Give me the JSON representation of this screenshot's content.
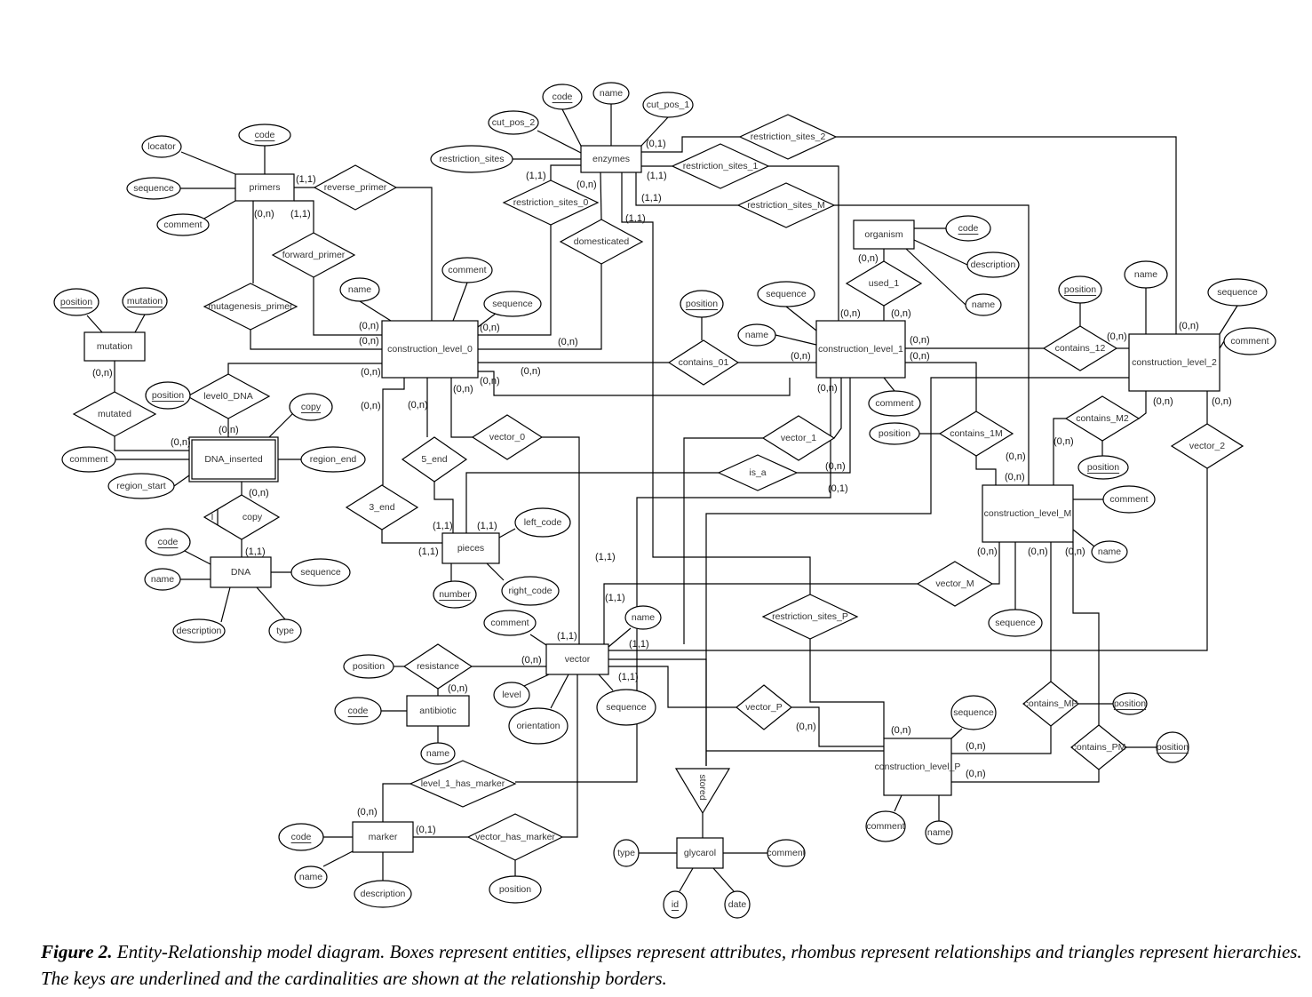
{
  "caption": {
    "figure_label": "Figure 2.",
    "text": " Entity-Relationship model diagram. Boxes represent entities, ellipses represent attributes, rhombus represent relationships and triangles represent hierarchies. The keys are underlined and the cardinalities are shown at the relationship borders."
  },
  "entities": [
    {
      "id": "primers",
      "label": "primers"
    },
    {
      "id": "enzymes",
      "label": "enzymes"
    },
    {
      "id": "organism",
      "label": "organism"
    },
    {
      "id": "mutation",
      "label": "mutation"
    },
    {
      "id": "construction_level_0",
      "label": "construction_level_0"
    },
    {
      "id": "construction_level_1",
      "label": "construction_level_1"
    },
    {
      "id": "construction_level_2",
      "label": "construction_level_2"
    },
    {
      "id": "construction_level_M",
      "label": "construction_level_M"
    },
    {
      "id": "construction_level_P",
      "label": "construction_level_P"
    },
    {
      "id": "DNA_inserted",
      "label": "DNA_inserted",
      "weak": true
    },
    {
      "id": "DNA",
      "label": "DNA"
    },
    {
      "id": "pieces",
      "label": "pieces"
    },
    {
      "id": "vector",
      "label": "vector"
    },
    {
      "id": "antibiotic",
      "label": "antibiotic"
    },
    {
      "id": "marker",
      "label": "marker"
    },
    {
      "id": "glycerol",
      "label": "glycarol"
    }
  ],
  "relationships": [
    {
      "id": "reverse_primer",
      "label": "reverse_primer"
    },
    {
      "id": "forward_primer",
      "label": "forward_primer"
    },
    {
      "id": "mutagenesis_primer",
      "label": "mutagenesis_primer"
    },
    {
      "id": "restriction_sites_0",
      "label": "restriction_sites_0"
    },
    {
      "id": "domesticated",
      "label": "domesticated"
    },
    {
      "id": "restriction_sites_1",
      "label": "restriction_sites_1"
    },
    {
      "id": "restriction_sites_2",
      "label": "restriction_sites_2"
    },
    {
      "id": "restriction_sites_M",
      "label": "restriction_sites_M"
    },
    {
      "id": "restriction_sites_P",
      "label": "restriction_sites_P"
    },
    {
      "id": "used_1",
      "label": "used_1"
    },
    {
      "id": "contains_01",
      "label": "contains_01"
    },
    {
      "id": "contains_12",
      "label": "contains_12"
    },
    {
      "id": "contains_1M",
      "label": "contains_1M"
    },
    {
      "id": "contains_M2",
      "label": "contains_M2"
    },
    {
      "id": "contains_MP",
      "label": "contains_MP"
    },
    {
      "id": "contains_PM",
      "label": "contains_PM"
    },
    {
      "id": "level0_DNA",
      "label": "level0_DNA"
    },
    {
      "id": "mutated",
      "label": "mutated"
    },
    {
      "id": "copy",
      "label": "copy"
    },
    {
      "id": "5_end",
      "label": "5_end"
    },
    {
      "id": "3_end",
      "label": "3_end"
    },
    {
      "id": "vector_0",
      "label": "vector_0"
    },
    {
      "id": "vector_1",
      "label": "vector_1"
    },
    {
      "id": "vector_2",
      "label": "vector_2"
    },
    {
      "id": "vector_M",
      "label": "vector_M"
    },
    {
      "id": "vector_P",
      "label": "vector_P"
    },
    {
      "id": "is_a",
      "label": "is_a"
    },
    {
      "id": "resistance",
      "label": "resistance"
    },
    {
      "id": "level_1_has_marker",
      "label": "level_1_has_marker"
    },
    {
      "id": "vector_has_marker",
      "label": "vector_has_marker"
    }
  ],
  "hierarchies": [
    {
      "id": "stored",
      "label": "stored"
    }
  ],
  "attributes": [
    {
      "owner": "primers",
      "label": "code",
      "key": true
    },
    {
      "owner": "primers",
      "label": "locator",
      "key": false
    },
    {
      "owner": "primers",
      "label": "sequence",
      "key": false
    },
    {
      "owner": "primers",
      "label": "comment",
      "key": false
    },
    {
      "owner": "enzymes",
      "label": "code",
      "key": true
    },
    {
      "owner": "enzymes",
      "label": "name",
      "key": false
    },
    {
      "owner": "enzymes",
      "label": "cut_pos_1",
      "key": false
    },
    {
      "owner": "enzymes",
      "label": "cut_pos_2",
      "key": false
    },
    {
      "owner": "enzymes",
      "label": "restriction_sites",
      "key": false
    },
    {
      "owner": "organism",
      "label": "code",
      "key": true
    },
    {
      "owner": "organism",
      "label": "description",
      "key": false
    },
    {
      "owner": "organism",
      "label": "name",
      "key": false
    },
    {
      "owner": "mutation",
      "label": "position",
      "key": true
    },
    {
      "owner": "mutation",
      "label": "mutation",
      "key": true
    },
    {
      "owner": "construction_level_0",
      "label": "name",
      "key": false
    },
    {
      "owner": "construction_level_0",
      "label": "comment",
      "key": false
    },
    {
      "owner": "construction_level_0",
      "label": "sequence",
      "key": false
    },
    {
      "owner": "contains_01",
      "label": "position",
      "key": true
    },
    {
      "owner": "construction_level_1",
      "label": "sequence",
      "key": false
    },
    {
      "owner": "construction_level_1",
      "label": "name",
      "key": false
    },
    {
      "owner": "construction_level_1",
      "label": "comment",
      "key": false
    },
    {
      "owner": "contains_12",
      "label": "position",
      "key": true
    },
    {
      "owner": "construction_level_2",
      "label": "name",
      "key": false
    },
    {
      "owner": "construction_level_2",
      "label": "sequence",
      "key": false
    },
    {
      "owner": "construction_level_2",
      "label": "comment",
      "key": false
    },
    {
      "owner": "contains_1M",
      "label": "position",
      "key": false
    },
    {
      "owner": "contains_M2",
      "label": "position",
      "key": true
    },
    {
      "owner": "construction_level_M",
      "label": "comment",
      "key": false
    },
    {
      "owner": "construction_level_M",
      "label": "name",
      "key": false
    },
    {
      "owner": "construction_level_M",
      "label": "sequence",
      "key": false
    },
    {
      "owner": "level0_DNA",
      "label": "position",
      "key": true
    },
    {
      "owner": "DNA_inserted",
      "label": "copy",
      "key": true
    },
    {
      "owner": "DNA_inserted",
      "label": "comment",
      "key": false
    },
    {
      "owner": "DNA_inserted",
      "label": "region_end",
      "key": false
    },
    {
      "owner": "DNA_inserted",
      "label": "region_start",
      "key": false
    },
    {
      "owner": "DNA",
      "label": "code",
      "key": true
    },
    {
      "owner": "DNA",
      "label": "name",
      "key": false
    },
    {
      "owner": "DNA",
      "label": "sequence",
      "key": false
    },
    {
      "owner": "DNA",
      "label": "description",
      "key": false
    },
    {
      "owner": "DNA",
      "label": "type",
      "key": false
    },
    {
      "owner": "pieces",
      "label": "left_code",
      "key": false
    },
    {
      "owner": "pieces",
      "label": "right_code",
      "key": false
    },
    {
      "owner": "pieces",
      "label": "number",
      "key": true
    },
    {
      "owner": "vector",
      "label": "comment",
      "key": false
    },
    {
      "owner": "vector",
      "label": "name",
      "key": false
    },
    {
      "owner": "vector",
      "label": "level",
      "key": false
    },
    {
      "owner": "vector",
      "label": "orientation",
      "key": false
    },
    {
      "owner": "vector",
      "label": "sequence",
      "key": false
    },
    {
      "owner": "resistance",
      "label": "position",
      "key": false
    },
    {
      "owner": "antibiotic",
      "label": "code",
      "key": true
    },
    {
      "owner": "antibiotic",
      "label": "name",
      "key": false
    },
    {
      "owner": "construction_level_P",
      "label": "sequence",
      "key": false
    },
    {
      "owner": "construction_level_P",
      "label": "comment",
      "key": false
    },
    {
      "owner": "construction_level_P",
      "label": "name",
      "key": false
    },
    {
      "owner": "contains_MP",
      "label": "position",
      "key": true
    },
    {
      "owner": "contains_PM",
      "label": "position",
      "key": true
    },
    {
      "owner": "marker",
      "label": "code",
      "key": true
    },
    {
      "owner": "marker",
      "label": "name",
      "key": false
    },
    {
      "owner": "marker",
      "label": "description",
      "key": false
    },
    {
      "owner": "vector_has_marker",
      "label": "position",
      "key": false
    },
    {
      "owner": "glycerol",
      "label": "type",
      "key": false
    },
    {
      "owner": "glycerol",
      "label": "comment",
      "key": false
    },
    {
      "owner": "glycerol",
      "label": "id",
      "key": true
    },
    {
      "owner": "glycerol",
      "label": "date",
      "key": false
    }
  ],
  "cardinalities": [
    {
      "between": [
        "primers",
        "reverse_primer"
      ],
      "value": "(1,1)"
    },
    {
      "between": [
        "primers",
        "forward_primer"
      ],
      "value": "(1,1)"
    },
    {
      "between": [
        "primers",
        "mutagenesis_primer"
      ],
      "value": "(0,n)"
    },
    {
      "between": [
        "enzymes",
        "restriction_sites_2"
      ],
      "value": "(0,1)"
    },
    {
      "between": [
        "enzymes",
        "restriction_sites_1"
      ],
      "value": "(1,1)"
    },
    {
      "between": [
        "enzymes",
        "restriction_sites_0"
      ],
      "value": "(1,1)"
    },
    {
      "between": [
        "enzymes",
        "domesticated"
      ],
      "value": "(0,n)"
    },
    {
      "between": [
        "enzymes",
        "restriction_sites_M"
      ],
      "value": "(1,1)"
    },
    {
      "between": [
        "enzymes",
        "restriction_sites_P"
      ],
      "value": "(1,1)"
    },
    {
      "between": [
        "construction_level_0",
        "forward_primer"
      ],
      "value": "(0,n)"
    },
    {
      "between": [
        "construction_level_0",
        "mutagenesis_primer"
      ],
      "value": "(0,n)"
    },
    {
      "between": [
        "construction_level_0",
        "restriction_sites_0"
      ],
      "value": "(0,n)"
    },
    {
      "between": [
        "construction_level_0",
        "domesticated"
      ],
      "value": "(0,n)"
    },
    {
      "between": [
        "construction_level_0",
        "level0_DNA"
      ],
      "value": "(0,n)"
    },
    {
      "between": [
        "construction_level_0",
        "contains_01"
      ],
      "value": "(0,n)"
    },
    {
      "between": [
        "construction_level_0",
        "3_end"
      ],
      "value": "(0,n)"
    },
    {
      "between": [
        "construction_level_0",
        "5_end"
      ],
      "value": "(0,n)"
    },
    {
      "between": [
        "construction_level_0",
        "vector_0"
      ],
      "value": "(0,n)"
    },
    {
      "between": [
        "construction_level_0",
        "is_a"
      ],
      "value": "(0,n)"
    },
    {
      "between": [
        "construction_level_1",
        "restriction_sites_1"
      ],
      "value": "(0,n)"
    },
    {
      "between": [
        "construction_level_1",
        "used_1"
      ],
      "value": "(0,n)"
    },
    {
      "between": [
        "organism",
        "used_1"
      ],
      "value": "(0,n)"
    },
    {
      "between": [
        "construction_level_1",
        "contains_12"
      ],
      "value": "(0,n)"
    },
    {
      "between": [
        "construction_level_1",
        "contains_1M"
      ],
      "value": "(0,n)"
    },
    {
      "between": [
        "construction_level_1",
        "contains_01"
      ],
      "value": "(0,n)"
    },
    {
      "between": [
        "construction_level_1",
        "vector_1"
      ],
      "value": "(0,n)"
    },
    {
      "between": [
        "construction_level_1",
        "is_a"
      ],
      "value": "(0,n)"
    },
    {
      "between": [
        "construction_level_1",
        "level_1_has_marker"
      ],
      "value": "(0,1)"
    },
    {
      "between": [
        "construction_level_2",
        "contains_12"
      ],
      "value": "(0,n)"
    },
    {
      "between": [
        "construction_level_2",
        "restriction_sites_2"
      ],
      "value": "(0,n)"
    },
    {
      "between": [
        "construction_level_2",
        "contains_M2"
      ],
      "value": "(0,n)"
    },
    {
      "between": [
        "construction_level_2",
        "vector_2"
      ],
      "value": "(0,n)"
    },
    {
      "between": [
        "construction_level_M",
        "contains_1M"
      ],
      "value": "(0,n)"
    },
    {
      "between": [
        "construction_level_M",
        "restriction_sites_M"
      ],
      "value": "(0,n)"
    },
    {
      "between": [
        "construction_level_M",
        "contains_M2"
      ],
      "value": "(0,n)"
    },
    {
      "between": [
        "construction_level_M",
        "vector_M"
      ],
      "value": "(0,n)"
    },
    {
      "between": [
        "construction_level_M",
        "contains_MP"
      ],
      "value": "(0,n)"
    },
    {
      "between": [
        "construction_level_M",
        "contains_PM"
      ],
      "value": "(0,n)"
    },
    {
      "between": [
        "mutation",
        "mutated"
      ],
      "value": "(0,n)"
    },
    {
      "between": [
        "DNA_inserted",
        "mutated"
      ],
      "value": "(0,n)"
    },
    {
      "between": [
        "DNA_inserted",
        "level0_DNA"
      ],
      "value": "(0,n)"
    },
    {
      "between": [
        "DNA_inserted",
        "copy"
      ],
      "value": "(0,n)"
    },
    {
      "between": [
        "DNA",
        "copy"
      ],
      "value": "(1,1)"
    },
    {
      "between": [
        "pieces",
        "5_end"
      ],
      "value": "(1,1)"
    },
    {
      "between": [
        "pieces",
        "is_a"
      ],
      "value": "(1,1)"
    },
    {
      "between": [
        "pieces",
        "3_end"
      ],
      "value": "(1,1)"
    },
    {
      "between": [
        "vector",
        "vector_0"
      ],
      "value": "(1,1)"
    },
    {
      "between": [
        "vector",
        "vector_1"
      ],
      "value": "(1,1)"
    },
    {
      "between": [
        "vector",
        "vector_M"
      ],
      "value": "(1,1)"
    },
    {
      "between": [
        "vector",
        "vector_2"
      ],
      "value": "(1,1)"
    },
    {
      "between": [
        "vector",
        "vector_P"
      ],
      "value": "(1,1)"
    },
    {
      "between": [
        "vector",
        "resistance"
      ],
      "value": "(0,n)"
    },
    {
      "between": [
        "vector",
        "vector_has_marker"
      ],
      "value": "(0,n)"
    },
    {
      "between": [
        "antibiotic",
        "resistance"
      ],
      "value": "(0,n)"
    },
    {
      "between": [
        "construction_level_P",
        "vector_P"
      ],
      "value": "(0,n)"
    },
    {
      "between": [
        "construction_level_P",
        "restriction_sites_P"
      ],
      "value": "(0,n)"
    },
    {
      "between": [
        "construction_level_P",
        "contains_MP"
      ],
      "value": "(0,n)"
    },
    {
      "between": [
        "construction_level_P",
        "contains_PM"
      ],
      "value": "(0,n)"
    },
    {
      "between": [
        "marker",
        "level_1_has_marker"
      ],
      "value": "(0,1)"
    },
    {
      "between": [
        "marker",
        "vector_has_marker"
      ],
      "value": "(0,n)"
    }
  ],
  "copy_marker": "I"
}
